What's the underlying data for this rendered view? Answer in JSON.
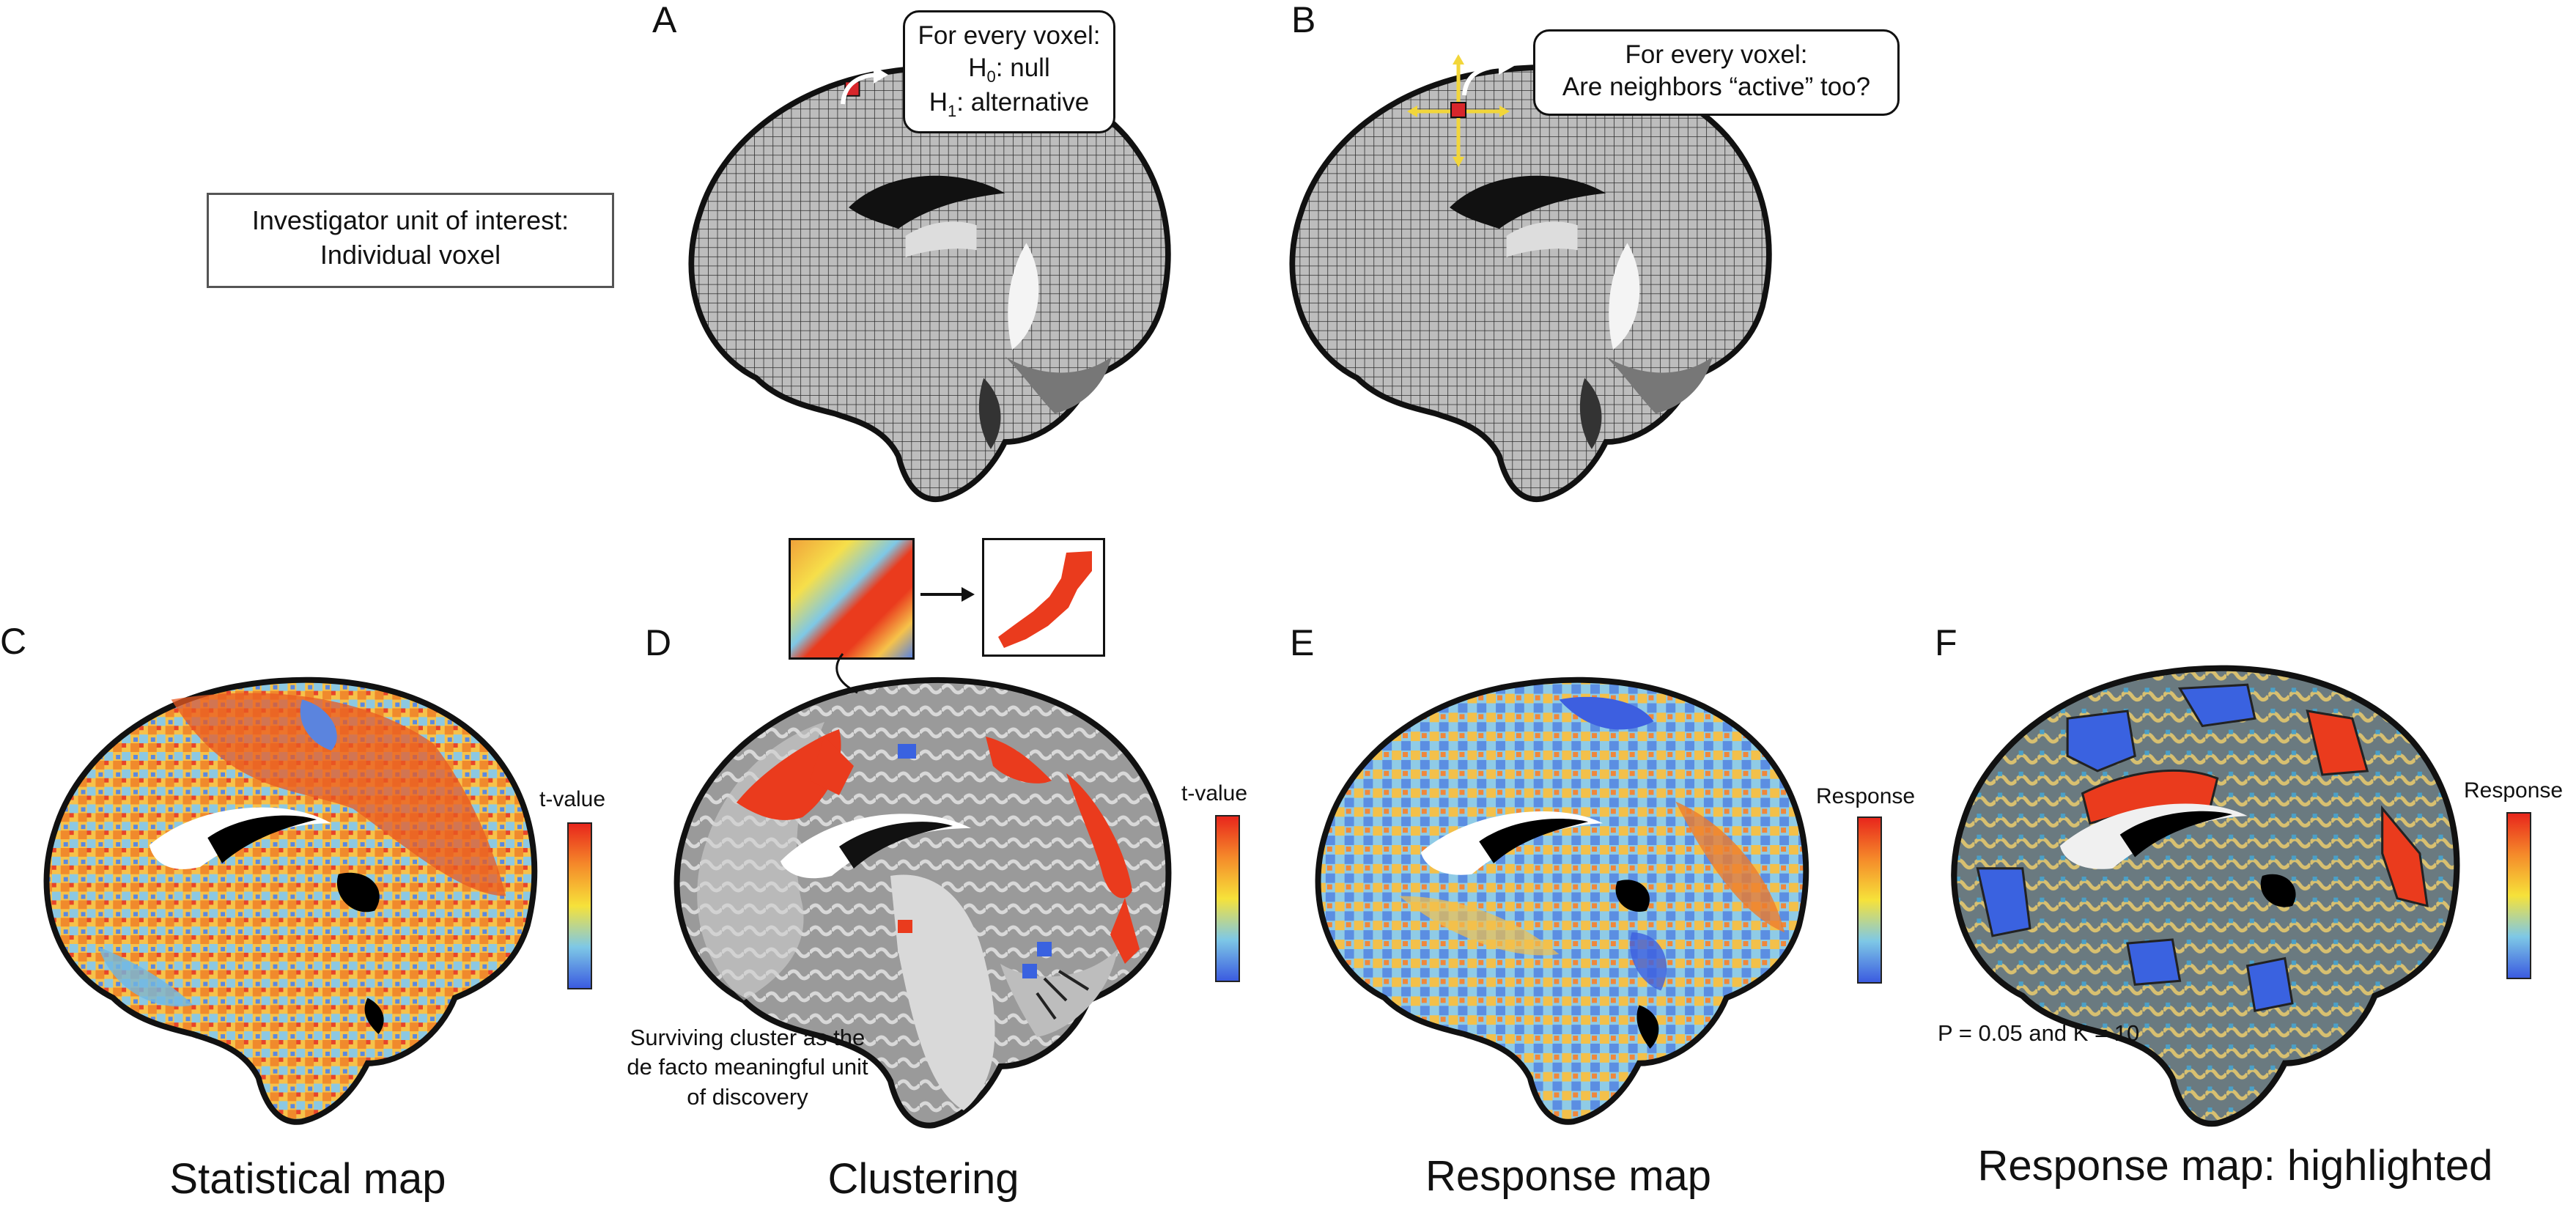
{
  "panels": {
    "A": {
      "letter": "A",
      "callout": {
        "line1": "For every voxel:",
        "h0_prefix": "H",
        "h0_sub": "0",
        "h0_text": ": null",
        "h1_prefix": "H",
        "h1_sub": "1",
        "h1_text": ": alternative"
      }
    },
    "B": {
      "letter": "B",
      "callout": {
        "line1": "For every voxel:",
        "line2": "Are neighbors “active” too?"
      }
    },
    "C": {
      "letter": "C",
      "caption": "Statistical map",
      "colorbar_label": "t-value"
    },
    "D": {
      "letter": "D",
      "caption": "Clustering",
      "colorbar_label": "t-value",
      "note": [
        "Surviving cluster as the",
        "de facto meaningful unit",
        "of discovery"
      ]
    },
    "E": {
      "letter": "E",
      "caption": "Response map",
      "colorbar_label": "Response"
    },
    "F": {
      "letter": "F",
      "caption": "Response map: highlighted",
      "colorbar_label": "Response",
      "threshold_note": "P = 0.05 and K = 10"
    }
  },
  "unit_of_interest": {
    "line1": "Investigator unit of interest:",
    "line2": "Individual voxel"
  },
  "colors": {
    "grid_fill": "#8a8a8a",
    "cortex_gray": "#a9a9a9",
    "white_matter": "#efefef",
    "ventricle": "#0a0a0a",
    "hot_red": "#e8391c",
    "hot_orange": "#f39a2c",
    "yellow": "#f5e23c",
    "cool_blue": "#3a6fe0",
    "light_blue": "#7fc6e8",
    "marker_red": "#d7262b",
    "crosshair_yellow": "#f2d63a"
  }
}
